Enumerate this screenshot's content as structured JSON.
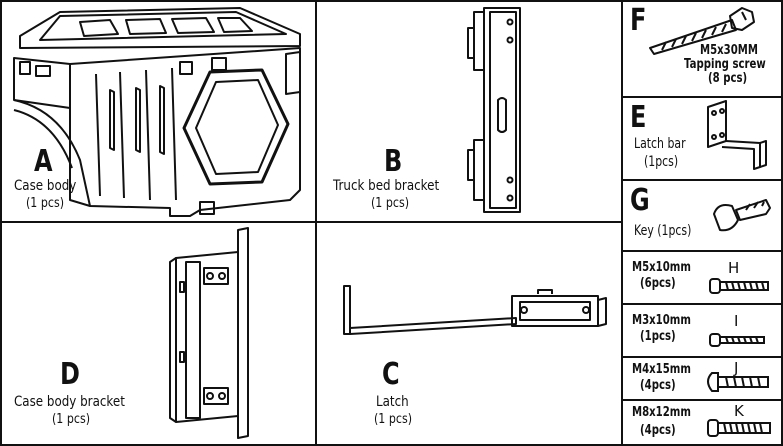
{
  "parts": {
    "A": {
      "letter": "A",
      "name": "Case body",
      "qty": "(1 pcs)"
    },
    "B": {
      "letter": "B",
      "name": "Truck bed bracket",
      "qty": "(1 pcs)"
    },
    "C": {
      "letter": "C",
      "name": "Latch",
      "qty": "(1 pcs)"
    },
    "D": {
      "letter": "D",
      "name": "Case body bracket",
      "qty": "(1 pcs)"
    },
    "E": {
      "letter": "E",
      "name": "Latch bar",
      "qty": "(1pcs)"
    },
    "F": {
      "letter": "F",
      "line1": "M5x30MM",
      "line2": "Tapping screw",
      "qty": "(8 pcs)"
    },
    "G": {
      "letter": "G",
      "name": "Key (1pcs)"
    },
    "H": {
      "letter": "H",
      "name": "M5x10mm",
      "qty": "(6pcs)"
    },
    "I": {
      "letter": "I",
      "name": "M3x10mm",
      "qty": "(1pcs)"
    },
    "J": {
      "letter": "J",
      "name": "M4x15mm",
      "qty": "(4pcs)"
    },
    "K": {
      "letter": "K",
      "name": "M8x12mm",
      "qty": "(4pcs)"
    }
  }
}
